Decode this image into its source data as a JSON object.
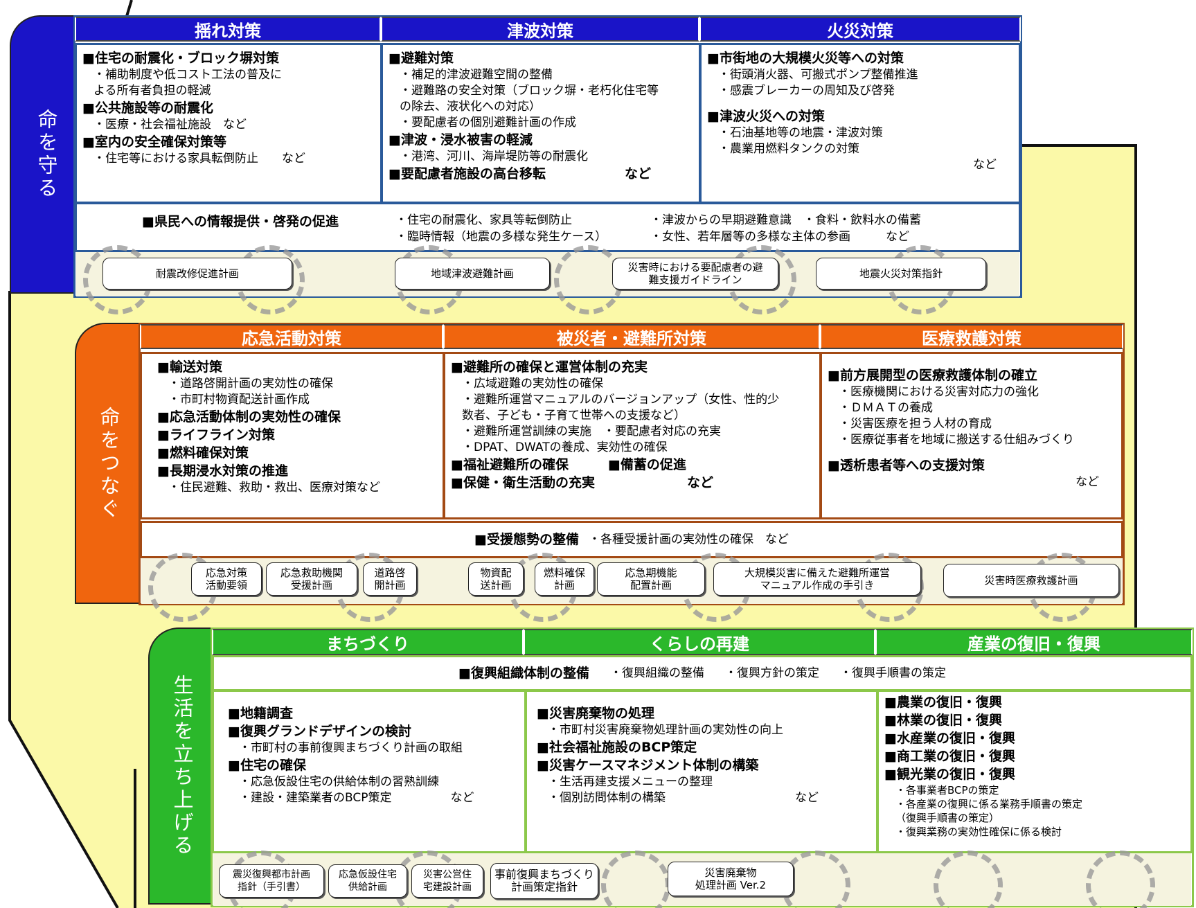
{
  "colors": {
    "blue": "#1a14c8",
    "orange": "#f0650e",
    "green": "#2bb82b",
    "yellow": "#fbf9a8",
    "border_blue": "#2a5a9a",
    "border_orange": "#a34a14",
    "border_green": "#8cc84a"
  },
  "s1": {
    "side": "命を守る",
    "headers": [
      "揺れ対策",
      "津波対策",
      "火災対策"
    ],
    "c1": [
      {
        "t": "h",
        "v": "■住宅の耐震化・ブロック塀対策"
      },
      {
        "t": "s",
        "v": "・補助制度や低コスト工法の普及に"
      },
      {
        "t": "s",
        "v": "よる所有者負担の軽減"
      },
      {
        "t": "h",
        "v": "■公共施設等の耐震化"
      },
      {
        "t": "s",
        "v": "・医療・社会福祉施設　など"
      },
      {
        "t": "h",
        "v": "■室内の安全確保対策等"
      },
      {
        "t": "s",
        "v": "・住宅等における家具転倒防止　　など"
      }
    ],
    "c2": [
      {
        "t": "h",
        "v": "■避難対策"
      },
      {
        "t": "s",
        "v": "・補足的津波避難空間の整備"
      },
      {
        "t": "s",
        "v": "・避難路の安全対策（ブロック塀・老朽化住宅等"
      },
      {
        "t": "s",
        "v": "の除去、液状化への対応）"
      },
      {
        "t": "s",
        "v": "・要配慮者の個別避難計画の作成"
      },
      {
        "t": "h",
        "v": "■津波・浸水被害の軽減"
      },
      {
        "t": "s",
        "v": "・港湾、河川、海岸堤防等の耐震化"
      },
      {
        "t": "h",
        "v": "■要配慮者施設の高台移転　　　　　　など"
      }
    ],
    "c3": [
      {
        "t": "h",
        "v": "■市街地の大規模火災等への対策"
      },
      {
        "t": "s",
        "v": "・街頭消火器、可搬式ポンプ整備推進"
      },
      {
        "t": "s",
        "v": "・感震ブレーカーの周知及び啓発"
      },
      {
        "t": "g",
        "v": ""
      },
      {
        "t": "h",
        "v": "■津波火災への対策"
      },
      {
        "t": "s",
        "v": "・石油基地等の地震・津波対策"
      },
      {
        "t": "s",
        "v": "・農業用燃料タンクの対策"
      },
      {
        "t": "n",
        "v": "など"
      }
    ],
    "bar_title": "■県民への情報提供・啓発の促進",
    "bar_items": [
      "・住宅の耐震化、家具等転倒防止",
      "・津波からの早期避難意識　・食料・飲料水の備蓄",
      "・臨時情報（地震の多様な発生ケース）",
      "・女性、若年層等の多様な主体の参画　　　など"
    ],
    "pills": [
      "耐震改修促進計画",
      "地域津波避難計画",
      "災害時における要配慮者の避\n難支援ガイドライン",
      "地震火災対策指針"
    ]
  },
  "s2": {
    "side": "命をつなぐ",
    "headers": [
      "応急活動対策",
      "被災者・避難所対策",
      "医療救護対策"
    ],
    "c1": [
      {
        "t": "h",
        "v": "■輸送対策"
      },
      {
        "t": "s",
        "v": "・道路啓開計画の実効性の確保"
      },
      {
        "t": "s",
        "v": "・市町村物資配送計画作成"
      },
      {
        "t": "h",
        "v": "■応急活動体制の実効性の確保"
      },
      {
        "t": "h",
        "v": "■ライフライン対策"
      },
      {
        "t": "h",
        "v": "■燃料確保対策"
      },
      {
        "t": "h",
        "v": "■長期浸水対策の推進"
      },
      {
        "t": "s",
        "v": "・住民避難、救助・救出、医療対策など"
      }
    ],
    "c2": [
      {
        "t": "h",
        "v": "■避難所の確保と運営体制の充実"
      },
      {
        "t": "s",
        "v": "・広域避難の実効性の確保"
      },
      {
        "t": "s",
        "v": "・避難所運営マニュアルのバージョンアップ（女性、性的少"
      },
      {
        "t": "s",
        "v": "数者、子ども・子育て世帯への支援など）"
      },
      {
        "t": "s",
        "v": "・避難所運営訓練の実施　・要配慮者対応の充実"
      },
      {
        "t": "s",
        "v": "・DPAT、DWATの養成、実効性の確保"
      },
      {
        "t": "h",
        "v": "■福祉避難所の確保　　　■備蓄の促進"
      },
      {
        "t": "h",
        "v": "■保健・衛生活動の充実　　　　　　　など"
      }
    ],
    "c3": [
      {
        "t": "g",
        "v": ""
      },
      {
        "t": "h",
        "v": "■前方展開型の医療救護体制の確立"
      },
      {
        "t": "s",
        "v": "・医療機関における災害対応力の強化"
      },
      {
        "t": "s",
        "v": "・ＤＭＡＴの養成"
      },
      {
        "t": "s",
        "v": "・災害医療を担う人材の育成"
      },
      {
        "t": "s",
        "v": "・医療従事者を地域に搬送する仕組みづくり"
      },
      {
        "t": "g",
        "v": ""
      },
      {
        "t": "h",
        "v": "■透析患者等への支援対策"
      },
      {
        "t": "n",
        "v": "など"
      }
    ],
    "bar_title": "■受援態勢の整備",
    "bar_text": "・各種受援計画の実効性の確保　など",
    "pills": [
      "応急対策\n活動要領",
      "応急救助機関\n受援計画",
      "道路啓\n開計画",
      "物資配\n送計画",
      "燃料確保\n計画",
      "応急期機能\n配置計画",
      "大規模災害に備えた避難所運営\nマニュアル作成の手引き",
      "災害時医療救護計画"
    ]
  },
  "s3": {
    "side": "生活を立ち上げる",
    "headers": [
      "まちづくり",
      "くらしの再建",
      "産業の復旧・復興"
    ],
    "bar_title": "■復興組織体制の整備",
    "bar_items": [
      "・復興組織の整備",
      "・復興方針の策定",
      "・復興手順書の策定"
    ],
    "c1": [
      {
        "t": "g",
        "v": ""
      },
      {
        "t": "h",
        "v": "■地籍調査"
      },
      {
        "t": "h",
        "v": "■復興グランドデザインの検討"
      },
      {
        "t": "s",
        "v": "・市町村の事前復興まちづくり計画の取組"
      },
      {
        "t": "h",
        "v": "■住宅の確保"
      },
      {
        "t": "s",
        "v": "・応急仮設住宅の供給体制の習熟訓練"
      },
      {
        "t": "s",
        "v": "・建設・建築業者のBCP策定　　　　　など"
      }
    ],
    "c2": [
      {
        "t": "g",
        "v": ""
      },
      {
        "t": "h",
        "v": "■災害廃棄物の処理"
      },
      {
        "t": "s",
        "v": "・市町村災害廃棄物処理計画の実効性の向上"
      },
      {
        "t": "h",
        "v": "■社会福祉施設のBCP策定"
      },
      {
        "t": "h",
        "v": "■災害ケースマネジメント体制の構築"
      },
      {
        "t": "s",
        "v": "・生活再建支援メニューの整理"
      },
      {
        "t": "s",
        "v": "・個別訪問体制の構築　　　　　　　　　　　など"
      }
    ],
    "c3": [
      {
        "t": "h",
        "v": "■農業の復旧・復興"
      },
      {
        "t": "h",
        "v": "■林業の復旧・復興"
      },
      {
        "t": "h",
        "v": "■水産業の復旧・復興"
      },
      {
        "t": "h",
        "v": "■商工業の復旧・復興"
      },
      {
        "t": "h",
        "v": "■観光業の復旧・復興"
      },
      {
        "t": "x",
        "v": "・各事業者BCPの策定"
      },
      {
        "t": "x",
        "v": "・各産業の復興に係る業務手順書の策定"
      },
      {
        "t": "x",
        "v": "（復興手順書の策定）"
      },
      {
        "t": "x",
        "v": "・復興業務の実効性確保に係る検討"
      }
    ],
    "pills": [
      "震災復興都市計画\n指針（手引書）",
      "応急仮設住宅\n供給計画",
      "災害公営住\n宅建設計画",
      "事前復興まちづくり\n計画策定指針",
      "災害廃棄物\n処理計画 Ver.2"
    ]
  }
}
